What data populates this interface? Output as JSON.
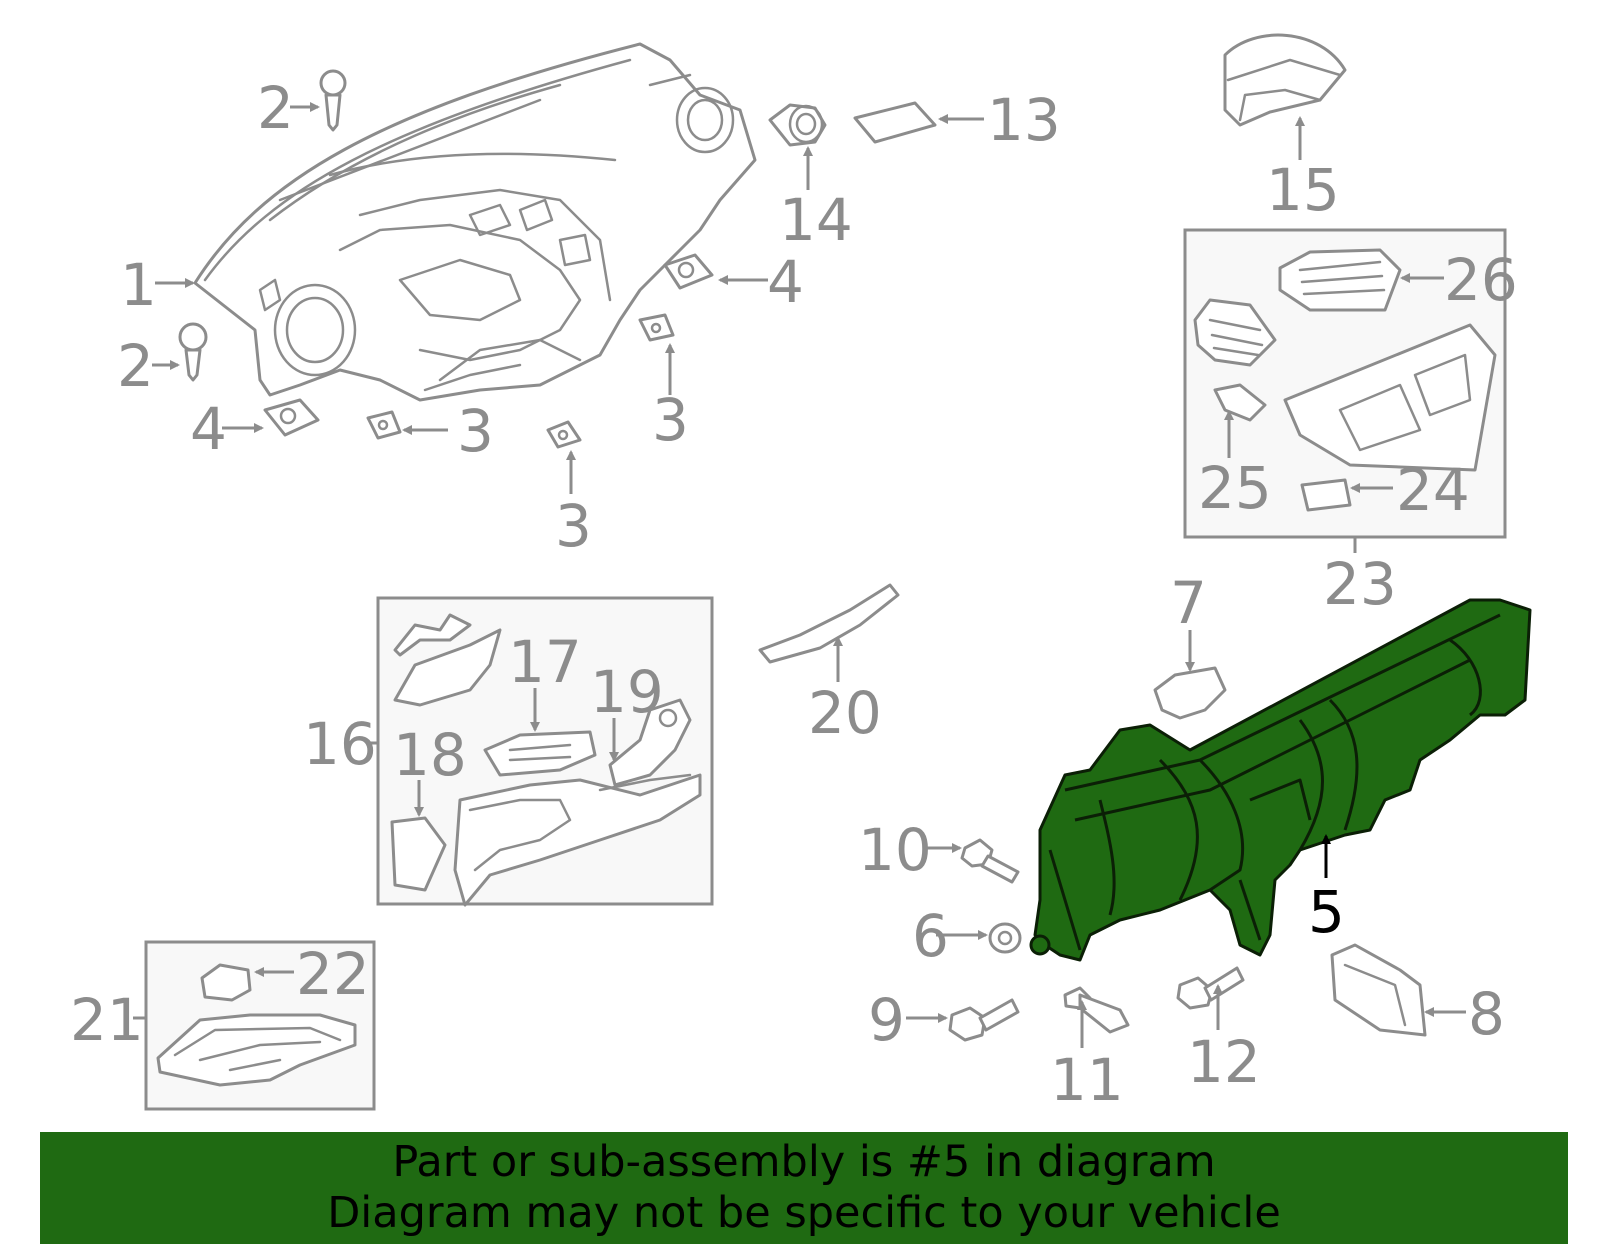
{
  "callouts": {
    "c1": "1",
    "c2a": "2",
    "c2b": "2",
    "c3a": "3",
    "c3b": "3",
    "c3c": "3",
    "c4a": "4",
    "c4b": "4",
    "c5": "5",
    "c6": "6",
    "c7": "7",
    "c8": "8",
    "c9": "9",
    "c10": "10",
    "c11": "11",
    "c12": "12",
    "c13": "13",
    "c14": "14",
    "c15": "15",
    "c16": "16",
    "c17": "17",
    "c18": "18",
    "c19": "19",
    "c20": "20",
    "c21": "21",
    "c22": "22",
    "c23": "23",
    "c24": "24",
    "c25": "25",
    "c26": "26"
  },
  "highlight": {
    "color": "#1f6a12",
    "outline": "#0b1f06"
  },
  "banner": {
    "line1": "Part or sub-assembly is #5 in diagram",
    "line2": "Diagram may not be specific to your vehicle"
  }
}
